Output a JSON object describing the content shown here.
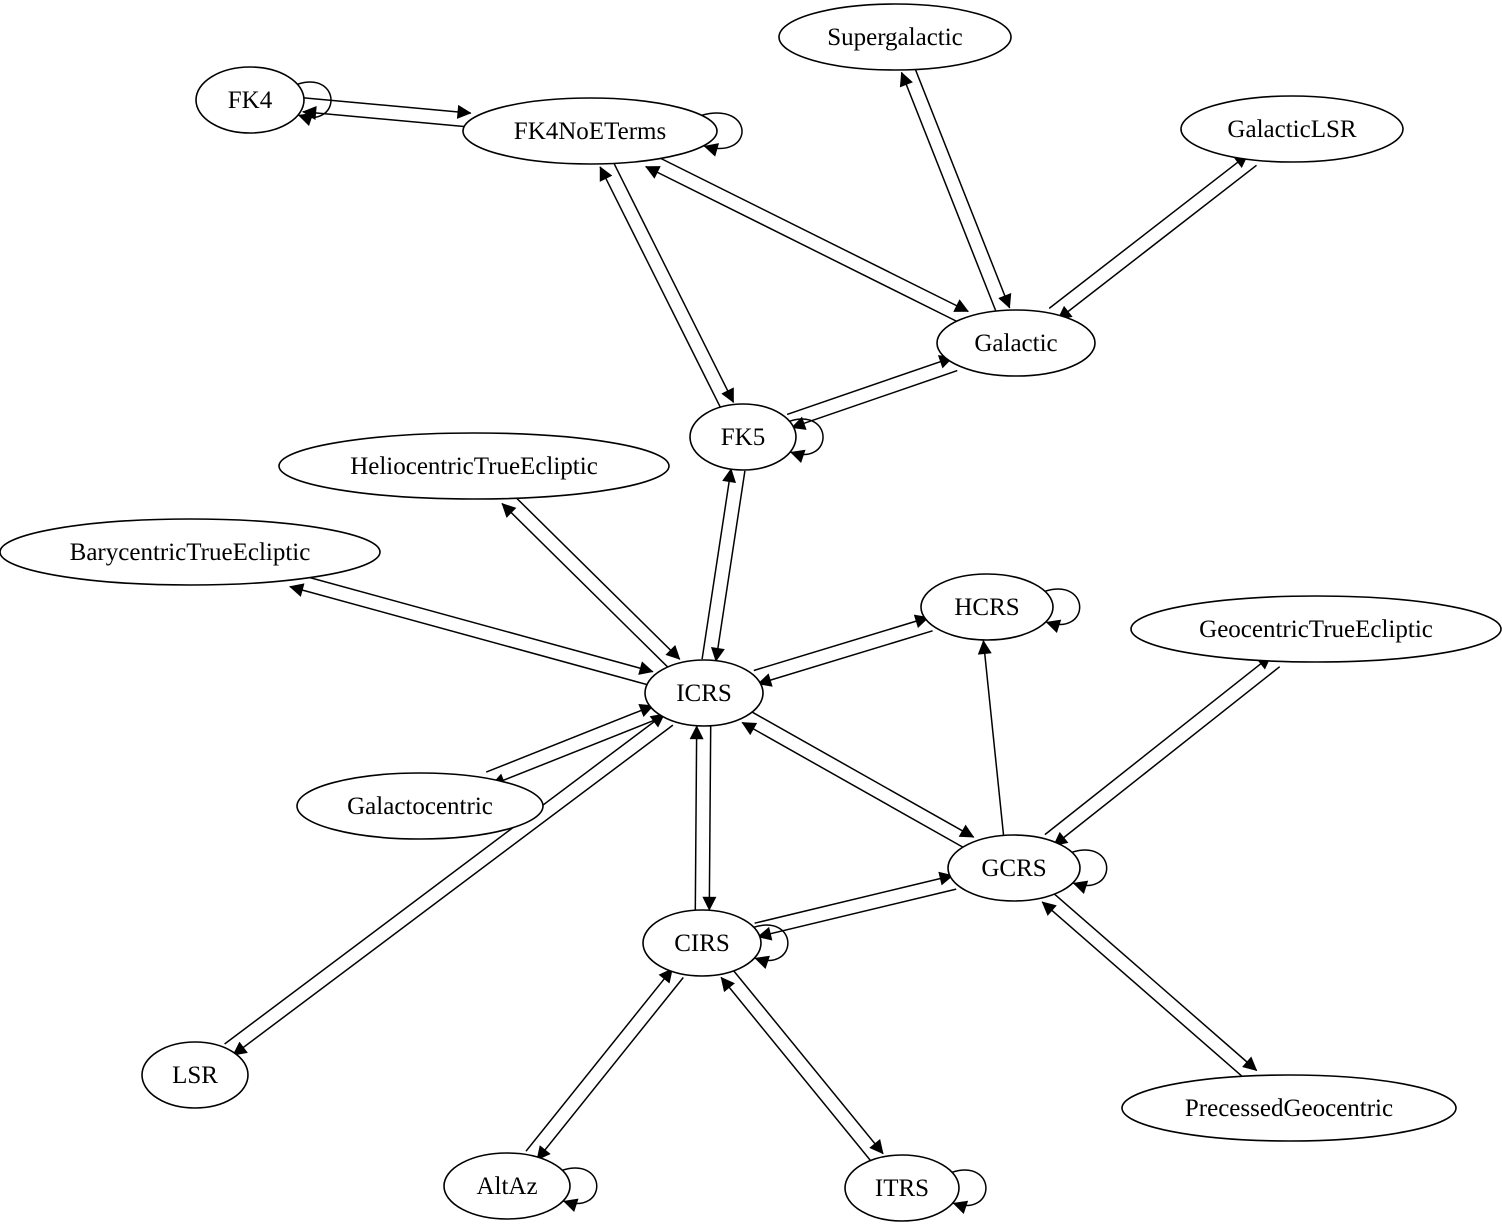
{
  "graph": {
    "nodes": [
      {
        "id": "FK4",
        "label": "FK4"
      },
      {
        "id": "FK4NoETerms",
        "label": "FK4NoETerms"
      },
      {
        "id": "Supergalactic",
        "label": "Supergalactic"
      },
      {
        "id": "GalacticLSR",
        "label": "GalacticLSR"
      },
      {
        "id": "Galactic",
        "label": "Galactic"
      },
      {
        "id": "FK5",
        "label": "FK5"
      },
      {
        "id": "HeliocentricTrueEcliptic",
        "label": "HeliocentricTrueEcliptic"
      },
      {
        "id": "BarycentricTrueEcliptic",
        "label": "BarycentricTrueEcliptic"
      },
      {
        "id": "HCRS",
        "label": "HCRS"
      },
      {
        "id": "GeocentricTrueEcliptic",
        "label": "GeocentricTrueEcliptic"
      },
      {
        "id": "ICRS",
        "label": "ICRS"
      },
      {
        "id": "Galactocentric",
        "label": "Galactocentric"
      },
      {
        "id": "GCRS",
        "label": "GCRS"
      },
      {
        "id": "CIRS",
        "label": "CIRS"
      },
      {
        "id": "LSR",
        "label": "LSR"
      },
      {
        "id": "PrecessedGeocentric",
        "label": "PrecessedGeocentric"
      },
      {
        "id": "AltAz",
        "label": "AltAz"
      },
      {
        "id": "ITRS",
        "label": "ITRS"
      }
    ],
    "edges": [
      [
        "FK4",
        "FK4NoETerms"
      ],
      [
        "FK4NoETerms",
        "FK4"
      ],
      [
        "FK4NoETerms",
        "FK5"
      ],
      [
        "FK5",
        "FK4NoETerms"
      ],
      [
        "FK4NoETerms",
        "Galactic"
      ],
      [
        "Galactic",
        "FK4NoETerms"
      ],
      [
        "Supergalactic",
        "Galactic"
      ],
      [
        "Galactic",
        "Supergalactic"
      ],
      [
        "GalacticLSR",
        "Galactic"
      ],
      [
        "Galactic",
        "GalacticLSR"
      ],
      [
        "FK5",
        "Galactic"
      ],
      [
        "Galactic",
        "FK5"
      ],
      [
        "FK5",
        "ICRS"
      ],
      [
        "ICRS",
        "FK5"
      ],
      [
        "HeliocentricTrueEcliptic",
        "ICRS"
      ],
      [
        "ICRS",
        "HeliocentricTrueEcliptic"
      ],
      [
        "BarycentricTrueEcliptic",
        "ICRS"
      ],
      [
        "ICRS",
        "BarycentricTrueEcliptic"
      ],
      [
        "ICRS",
        "HCRS"
      ],
      [
        "HCRS",
        "ICRS"
      ],
      [
        "ICRS",
        "Galactocentric"
      ],
      [
        "Galactocentric",
        "ICRS"
      ],
      [
        "ICRS",
        "GCRS"
      ],
      [
        "GCRS",
        "ICRS"
      ],
      [
        "ICRS",
        "CIRS"
      ],
      [
        "CIRS",
        "ICRS"
      ],
      [
        "ICRS",
        "LSR"
      ],
      [
        "LSR",
        "ICRS"
      ],
      [
        "GCRS",
        "HCRS"
      ],
      [
        "GCRS",
        "GeocentricTrueEcliptic"
      ],
      [
        "GeocentricTrueEcliptic",
        "GCRS"
      ],
      [
        "CIRS",
        "GCRS"
      ],
      [
        "GCRS",
        "CIRS"
      ],
      [
        "GCRS",
        "PrecessedGeocentric"
      ],
      [
        "PrecessedGeocentric",
        "GCRS"
      ],
      [
        "CIRS",
        "AltAz"
      ],
      [
        "AltAz",
        "CIRS"
      ],
      [
        "CIRS",
        "ITRS"
      ],
      [
        "ITRS",
        "CIRS"
      ]
    ],
    "self_loops": [
      "FK4",
      "FK4NoETerms",
      "FK5",
      "HCRS",
      "GCRS",
      "CIRS",
      "AltAz",
      "ITRS"
    ]
  }
}
